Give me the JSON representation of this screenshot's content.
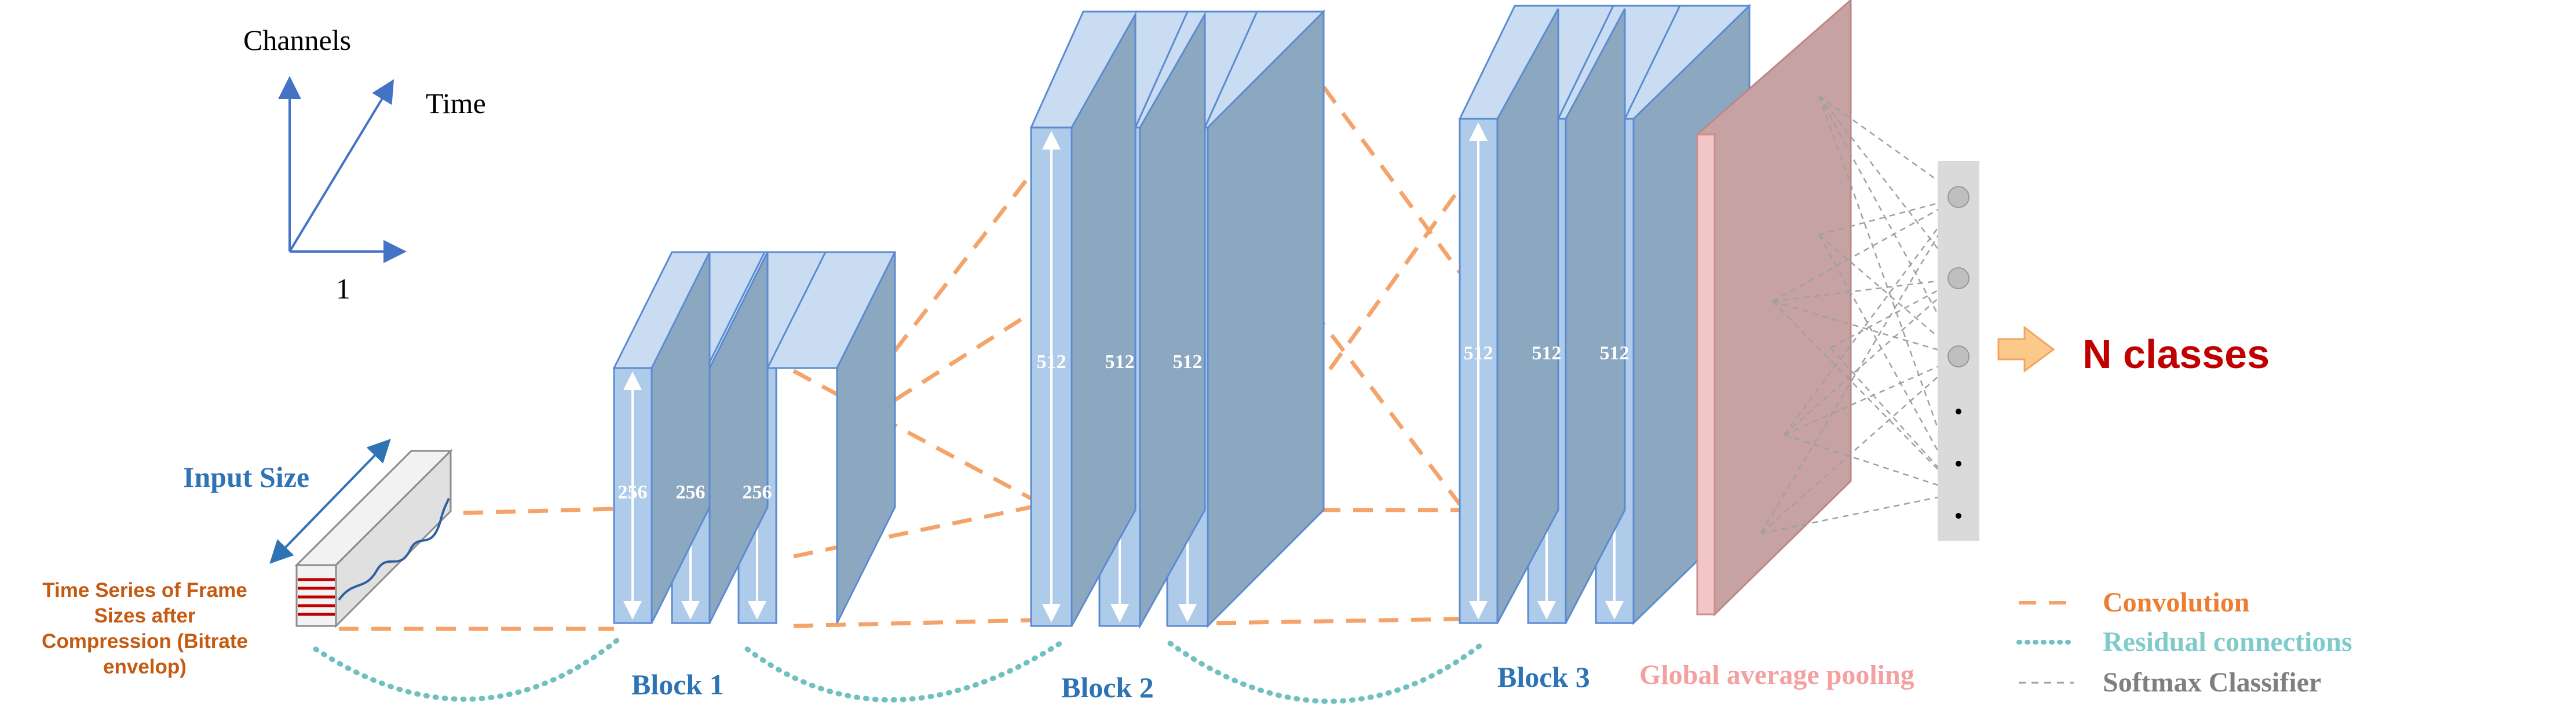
{
  "axes": {
    "channels_label": "Channels",
    "time_label": "Time",
    "one_label": "1"
  },
  "input": {
    "size_label": "Input Size",
    "description_lines": [
      "Time Series of Frame",
      "Sizes after",
      "Compression (Bitrate",
      "envelop)"
    ]
  },
  "blocks": [
    {
      "label": "Block 1",
      "filters": [
        "256",
        "256",
        "256"
      ]
    },
    {
      "label": "Block 2",
      "filters": [
        "512",
        "512",
        "512"
      ]
    },
    {
      "label": "Block 3",
      "filters": [
        "512",
        "512",
        "512"
      ]
    }
  ],
  "gap": {
    "label": "Global average pooling"
  },
  "output": {
    "label": "N classes"
  },
  "classifier": {
    "dots": [
      "·",
      "·",
      "·"
    ]
  },
  "legend": [
    {
      "label": "Convolution",
      "style": "dashed-orange",
      "color": "#F4A46A"
    },
    {
      "label": "Residual connections",
      "style": "dotted-teal",
      "color": "#70C0C0"
    },
    {
      "label": "Softmax Classifier",
      "style": "dashed-gray",
      "color": "#A0A0A0"
    }
  ],
  "colors": {
    "block_front": "#AECBEA",
    "block_top": "#C9DCF2",
    "block_side": "#8CA7C0",
    "block_stroke": "#5B8BD0",
    "axis": "#4472C4",
    "input_label": "#2E74B5",
    "input_desc": "#C55A11",
    "block_label": "#2E74B5",
    "gap_front": "#C6A2A2",
    "gap_label": "#F4A0A0",
    "output_label": "#C00000",
    "legend_conv": "#ED7D31",
    "legend_res": "#7FCACA",
    "legend_soft": "#7F7F7F"
  }
}
